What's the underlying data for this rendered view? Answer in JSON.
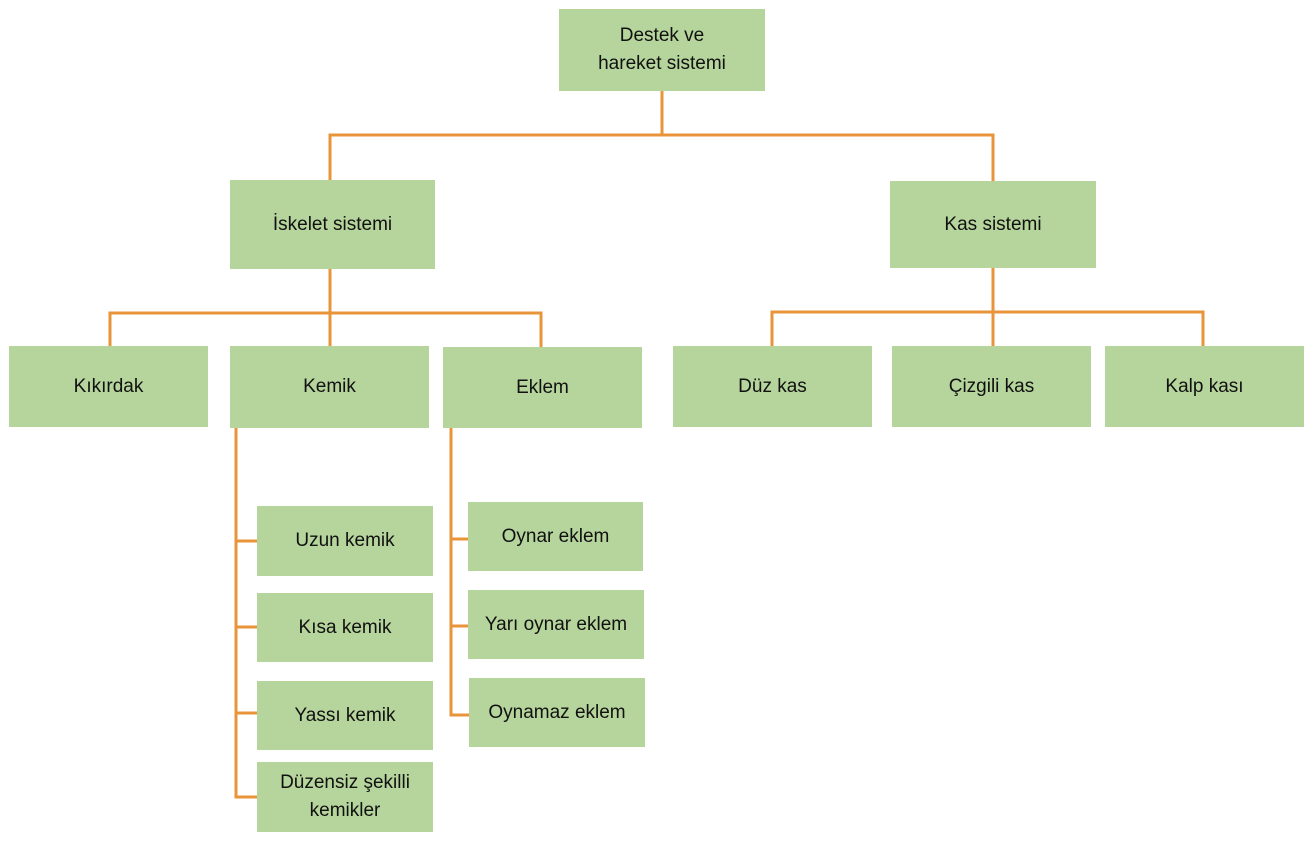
{
  "colors": {
    "box_fill": "#b6d59c",
    "connector": "#e8943a",
    "text": "#111111"
  },
  "root": {
    "line1": "Destek ve",
    "line2": "hareket sistemi"
  },
  "skeletal": {
    "label": "İskelet sistemi"
  },
  "muscular": {
    "label": "Kas sistemi"
  },
  "skeletal_children": [
    "Kıkırdak",
    "Kemik",
    "Eklem"
  ],
  "muscular_children": [
    "Düz kas",
    "Çizgili kas",
    "Kalp kası"
  ],
  "bone_types": {
    "long": "Uzun kemik",
    "short": "Kısa kemik",
    "flat": "Yassı kemik",
    "irregular_line1": "Düzensiz şekilli",
    "irregular_line2": "kemikler"
  },
  "joint_types": [
    "Oynar eklem",
    "Yarı oynar eklem",
    "Oynamaz eklem"
  ]
}
